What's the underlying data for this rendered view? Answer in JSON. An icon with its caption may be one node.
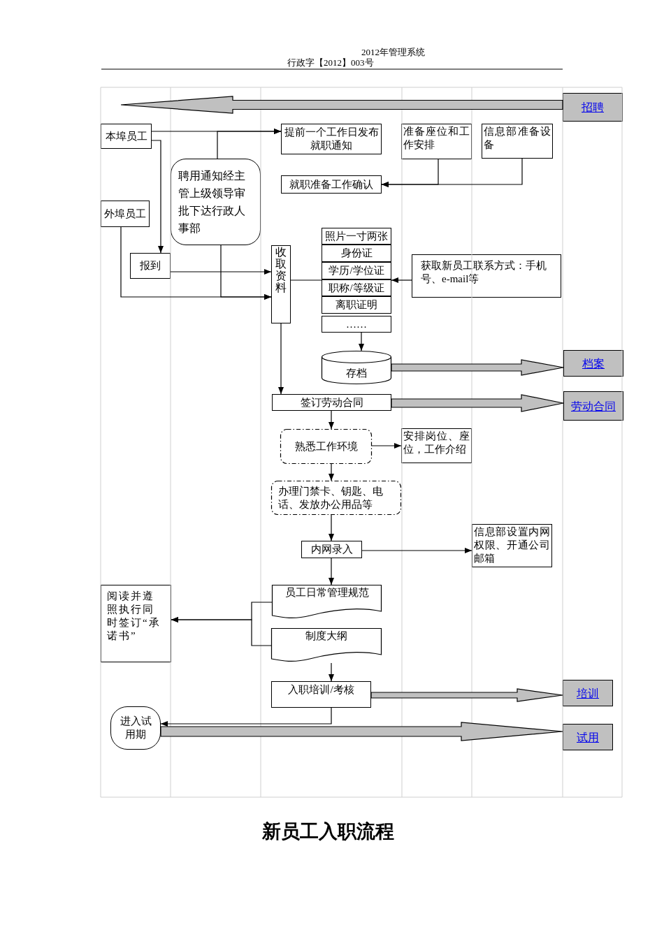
{
  "diagram": {
    "title": "新员工入职流程",
    "nodes": [
      {
        "text": [
          "招聘"
        ]
      },
      {
        "text": [
          "本埠员工"
        ]
      },
      {
        "text": [
          "提前一个工作日发布就职通知"
        ]
      },
      {
        "text": [
          "准备座位和工作安排"
        ]
      },
      {
        "text": [
          "信息部准备设备"
        ]
      },
      {
        "text": [
          "聘用通知经主管上级领导审批下达行政人事部"
        ]
      },
      {
        "text": [
          "就职准备工作确认"
        ]
      },
      {
        "text": [
          "外埠员工"
        ]
      },
      {
        "text": [
          "照片一寸两张"
        ]
      },
      {
        "text": [
          "身份证"
        ]
      },
      {
        "text": [
          "学历/学位证"
        ]
      },
      {
        "text": [
          "职称/等级证"
        ]
      },
      {
        "text": [
          "离职证明"
        ]
      },
      {
        "text": [
          "……"
        ]
      },
      {
        "text": [
          "报到"
        ]
      },
      {
        "text": [
          "收取资料"
        ]
      },
      {
        "text": [
          "获取新员工联系方式：手机号、e-mail等"
        ]
      },
      {
        "text": [
          "存档"
        ]
      },
      {
        "text": [
          "档案"
        ]
      },
      {
        "text": [
          "签订劳动合同"
        ]
      },
      {
        "text": [
          "劳动合同"
        ]
      },
      {
        "text": [
          "熟悉工作环境"
        ]
      },
      {
        "text": [
          "安排岗位、座位，工作介绍"
        ]
      },
      {
        "text": [
          "办理门禁卡、钥匙、电话、发放办公用品等"
        ]
      },
      {
        "text": [
          "内网录入"
        ]
      },
      {
        "text": [
          "信息部设置内网权限、开通公司邮箱"
        ]
      },
      {
        "text": [
          "阅读并遵照执行同时签订“承诺书”"
        ]
      },
      {
        "text": [
          "员工日常管理规范"
        ]
      },
      {
        "text": [
          "制度大纲"
        ]
      },
      {
        "text": [
          "入职培训/考核"
        ]
      },
      {
        "text": [
          "培训"
        ]
      },
      {
        "text": [
          "进入试用期"
        ]
      },
      {
        "text": [
          "试用"
        ]
      }
    ],
    "edges": [
      {
        "from": 0,
        "to": null,
        "arrow": "to",
        "style": "thick"
      },
      {
        "from": 1,
        "to": 2,
        "arrow": "to"
      },
      {
        "from": 5,
        "to": 2,
        "arrow": "to"
      },
      {
        "from": 1,
        "to": 14,
        "arrow": "to"
      },
      {
        "from": 3,
        "to": 6,
        "arrow": "to"
      },
      {
        "from": 4,
        "to": 6,
        "arrow": "to"
      },
      {
        "from": 14,
        "to": 15,
        "arrow": "to"
      },
      {
        "from": 7,
        "to": 15,
        "arrow": "to"
      },
      {
        "from": 5,
        "to": 15,
        "arrow": "to"
      },
      {
        "from": 15,
        "to": 11,
        "arrow": "none"
      },
      {
        "from": 16,
        "to": 11,
        "arrow": "to"
      },
      {
        "from": 13,
        "to": 17,
        "arrow": "to"
      },
      {
        "from": 17,
        "to": 18,
        "arrow": "to",
        "style": "thick"
      },
      {
        "from": 15,
        "to": 19,
        "arrow": "to"
      },
      {
        "from": 19,
        "to": 20,
        "arrow": "to",
        "style": "thick"
      },
      {
        "from": 19,
        "to": 21,
        "arrow": "to"
      },
      {
        "from": 21,
        "to": 22,
        "arrow": "to"
      },
      {
        "from": 21,
        "to": 23,
        "arrow": "to"
      },
      {
        "from": 23,
        "to": 24,
        "arrow": "to"
      },
      {
        "from": 24,
        "to": 25,
        "arrow": "to"
      },
      {
        "from": 24,
        "to": 27,
        "arrow": "to"
      },
      {
        "from": 27,
        "to": 26,
        "arrow": "to"
      },
      {
        "from": 28,
        "to": 26,
        "arrow": "to"
      },
      {
        "from": 28,
        "to": 29,
        "arrow": "to"
      },
      {
        "from": 29,
        "to": 30,
        "arrow": "to",
        "style": "thick"
      },
      {
        "from": 29,
        "to": 31,
        "arrow": "to"
      },
      {
        "from": 31,
        "to": 32,
        "arrow": "to",
        "style": "thick"
      }
    ],
    "labels": [
      "2012年管理系统",
      "行政字【2012】003号"
    ]
  }
}
